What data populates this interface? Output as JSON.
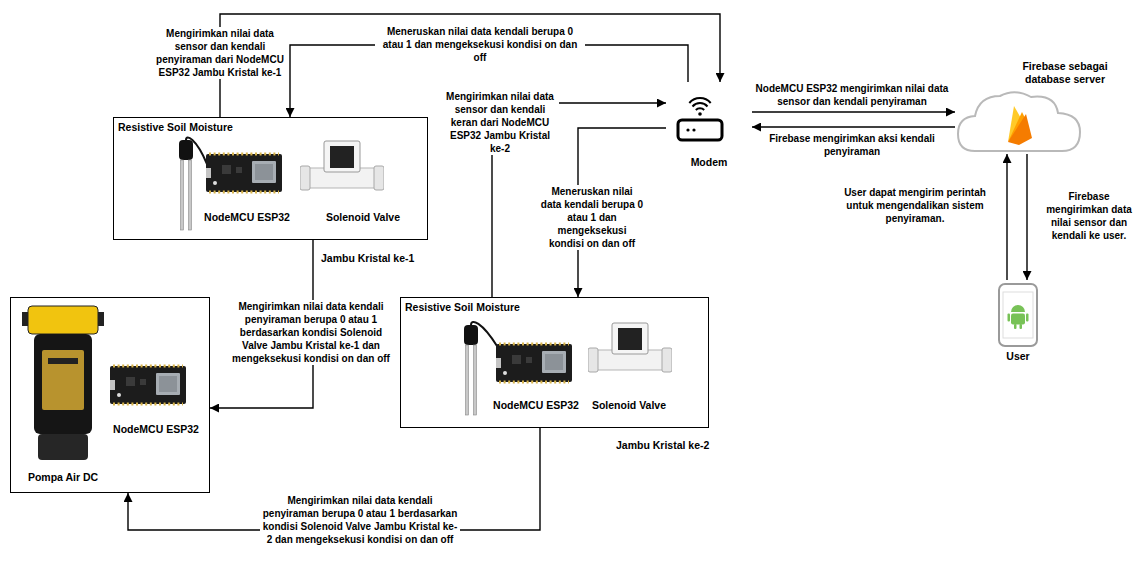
{
  "diagram": {
    "nodes": [
      {
        "text": [
          "Resistive Soil Moisture",
          "NodeMCU ESP32",
          "Solenoid Valve",
          "Jambu Kristal ke-1"
        ]
      },
      {
        "text": [
          "Modem"
        ]
      },
      {
        "text": [
          "Firebase sebagai database server"
        ]
      },
      {
        "text": [
          "Pompa Air DC",
          "NodeMCU ESP32"
        ]
      },
      {
        "text": [
          "Resistive Soil Moisture",
          "NodeMCU ESP32",
          "Solenoid Valve",
          "Jambu Kristal ke-2"
        ]
      },
      {
        "text": [
          "User"
        ]
      }
    ],
    "edges": [
      {
        "from": 0,
        "to": 1,
        "arrow": "to",
        "label": "Mengirimkan nilai data sensor dan kendali penyiraman dari NodeMCU ESP32 Jambu Kristal ke-1"
      },
      {
        "from": 1,
        "to": 0,
        "arrow": "to",
        "label": "Meneruskan nilai data kendali berupa 0 atau 1 dan mengeksekusi kondisi on dan off"
      },
      {
        "from": 4,
        "to": 1,
        "arrow": "to",
        "label": "Mengirimkan nilai data sensor dan kendali keran dari NodeMCU ESP32 Jambu Kristal ke-2"
      },
      {
        "from": 1,
        "to": 4,
        "arrow": "to",
        "label": "Meneruskan nilai data kendali berupa 0 atau 1 dan mengeksekusi kondisi on dan off"
      },
      {
        "from": 1,
        "to": 2,
        "arrow": "to",
        "label": "NodeMCU ESP32 mengirimkan nilai data sensor dan kendali penyiraman"
      },
      {
        "from": 2,
        "to": 1,
        "arrow": "to",
        "label": "Firebase mengirimkan aksi kendali penyiraman"
      },
      {
        "from": 5,
        "to": 2,
        "arrow": "to",
        "label": "User dapat mengirim perintah untuk mengendalikan sistem penyiraman."
      },
      {
        "from": 2,
        "to": 5,
        "arrow": "to",
        "label": "Firebase mengirimkan data nilai sensor dan kendali ke user."
      },
      {
        "from": 0,
        "to": 3,
        "arrow": "to",
        "label": "Mengirimkan nilai data kendali penyiraman berupa 0 atau 1 berdasarkan kondisi Solenoid Valve Jambu Kristal ke-1 dan mengeksekusi kondisi on dan off"
      },
      {
        "from": 4,
        "to": 3,
        "arrow": "to",
        "label": "Mengirimkan nilai data kendali penyiraman berupa 0 atau 1 berdasarkan kondisi Solenoid Valve Jambu Kristal ke-2 dan mengeksekusi kondisi on dan off"
      }
    ]
  }
}
